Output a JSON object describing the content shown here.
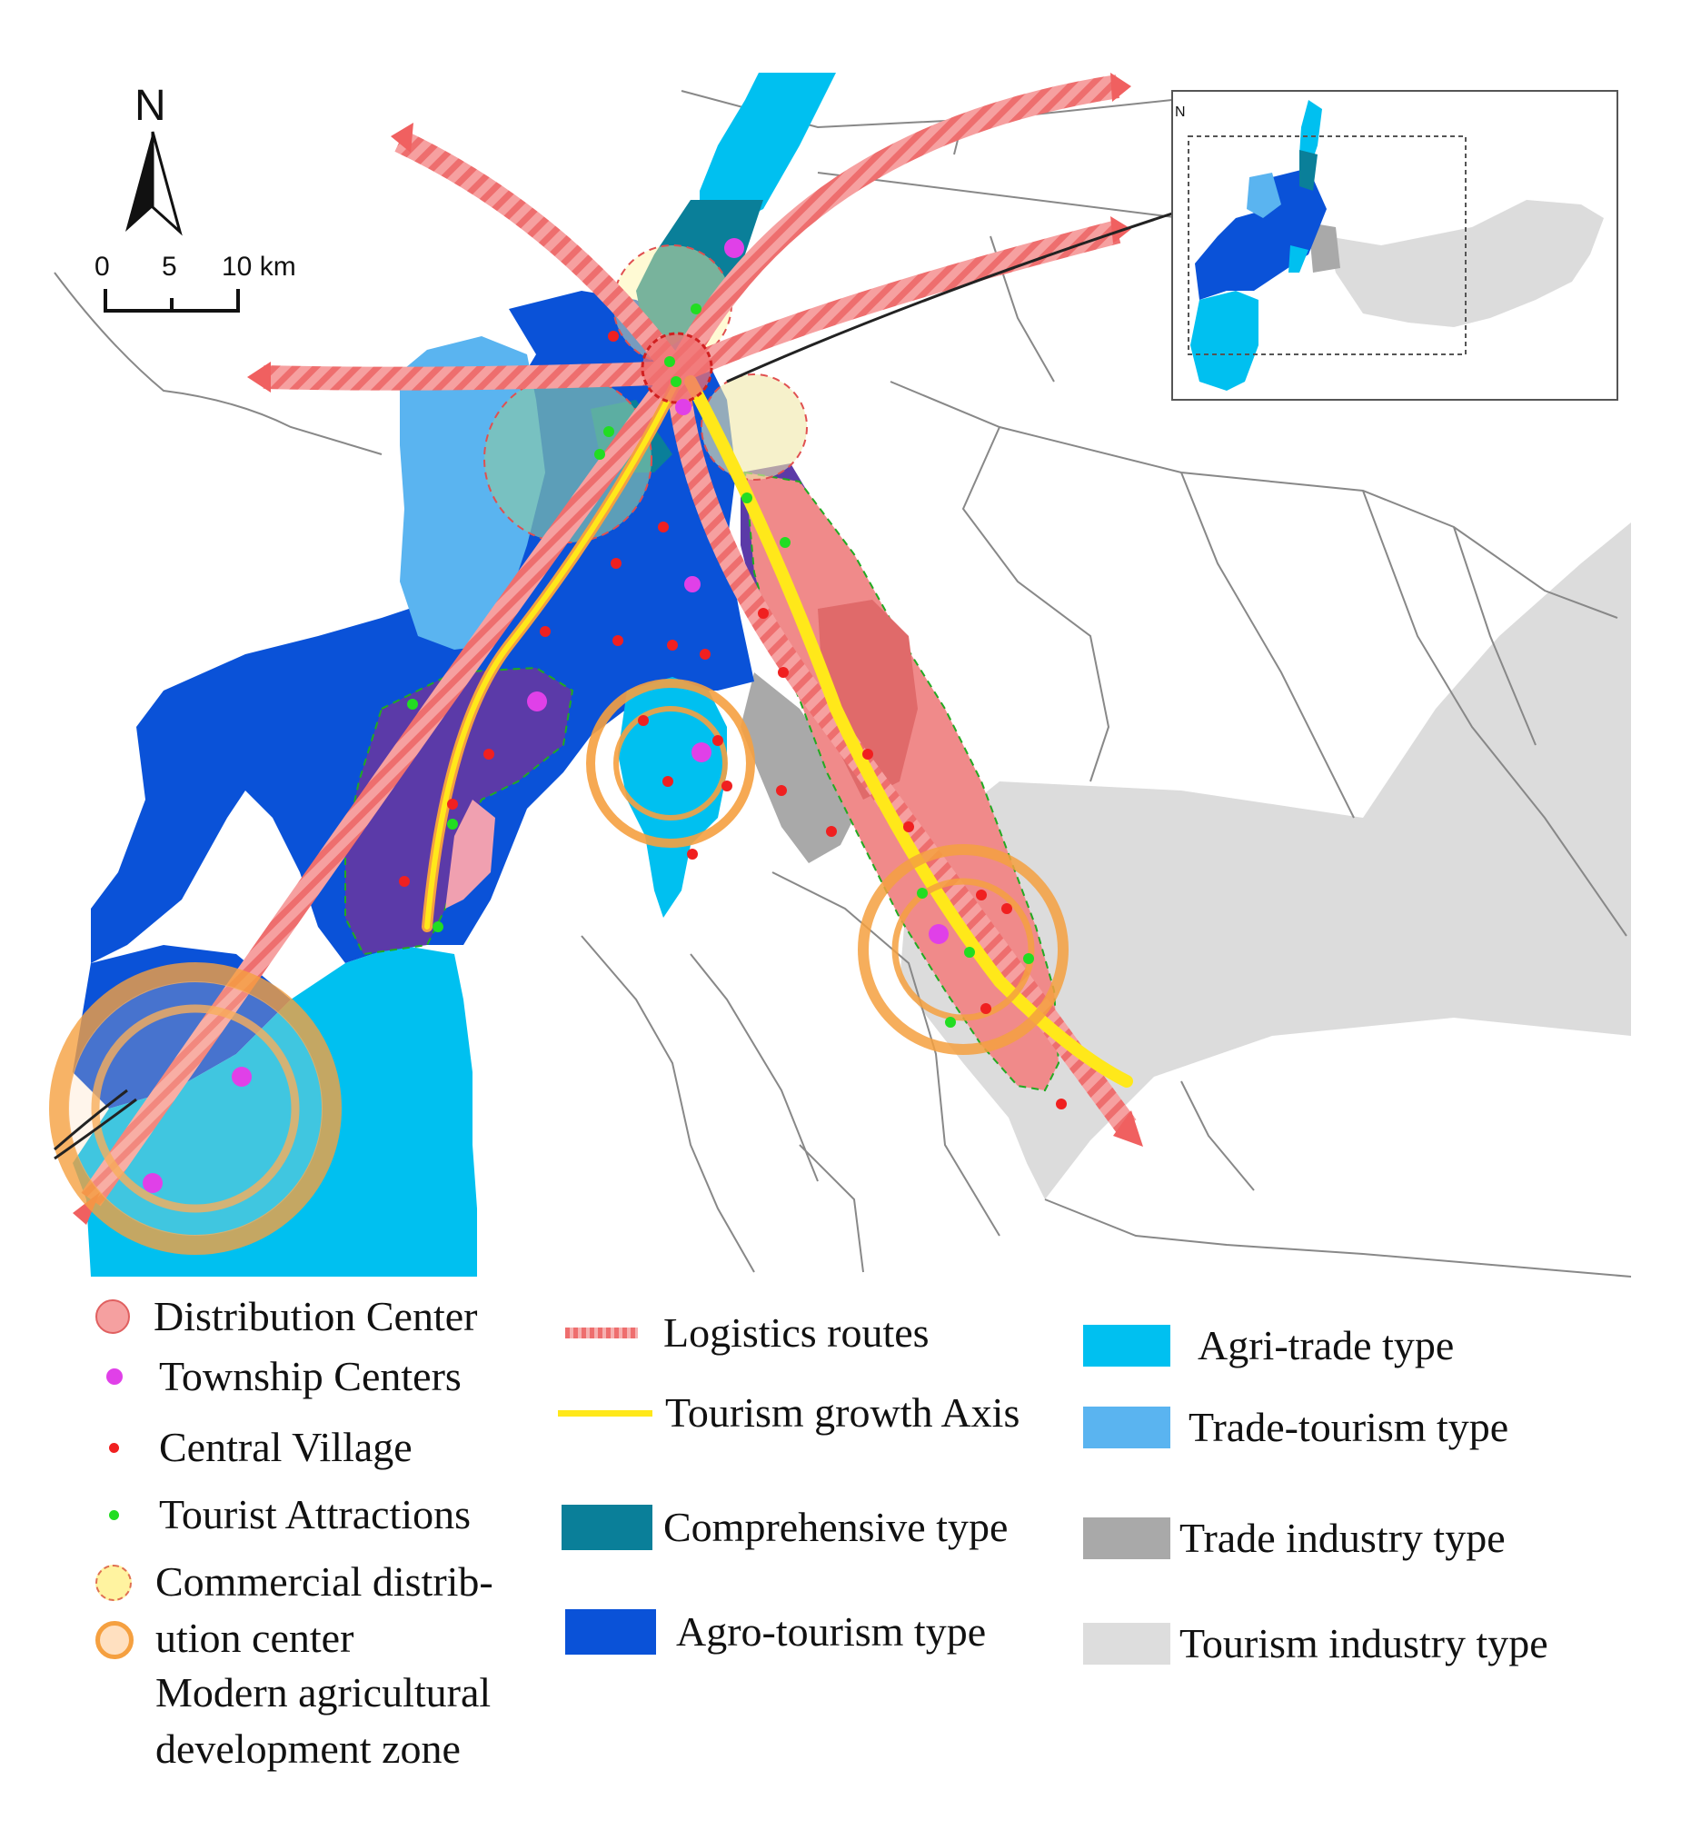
{
  "compass": {
    "label": "N"
  },
  "scale_bar": {
    "ticks": [
      "0",
      "5",
      "10 km"
    ]
  },
  "colors": {
    "agri_trade": "#00c0f0",
    "trade_tourism": "#5ab4f0",
    "comprehensive": "#0a7f99",
    "agro_tourism": "#0a52d8",
    "trade_industry": "#a9a9a9",
    "tourism_industry": "#dddddd",
    "purple_zone": "#5b3aa8",
    "pink_zone": "#f08a8a",
    "logistics": "#f47a7a",
    "tourism_axis": "#ffe81a",
    "orange_ring": "#f5a040",
    "central_village": "#f02020",
    "tourist_attraction": "#22dd22",
    "township_center": "#e040e8"
  },
  "legend": {
    "distribution_center": "Distribution Center",
    "township_centers": "Township Centers",
    "central_village": "Central Village",
    "tourist_attractions": "Tourist Attractions",
    "commercial_distribution_center": "Commercial distrib-\nution center",
    "modern_agricultural_zone": "Modern agricultural development zone",
    "logistics_routes": "Logistics routes",
    "tourism_growth_axis": "Tourism growth Axis",
    "comprehensive_type": "Comprehensive type",
    "agro_tourism_type": "Agro-tourism type",
    "agri_trade_type": "Agri-trade type",
    "trade_tourism_type": "Trade-tourism type",
    "trade_industry_type": "Trade industry type",
    "tourism_industry_type": "Tourism industry type"
  }
}
